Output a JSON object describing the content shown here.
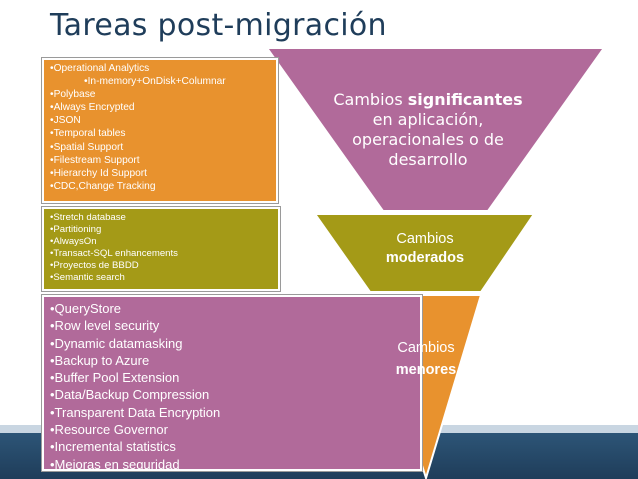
{
  "title": "Tareas post-migración",
  "colors": {
    "orange": "#e8922e",
    "olive": "#a49a17",
    "purple": "#b16a9a",
    "title": "#1f3d5a"
  },
  "boxes": {
    "significant": {
      "items": [
        "•Operational Analytics",
        "•In-memory+OnDisk+Columnar",
        "•Polybase",
        "•Always Encrypted",
        "•JSON",
        "•Temporal tables",
        "•Spatial Support",
        "•Filestream Support",
        "•Hierarchy Id Support",
        "•CDC,Change Tracking"
      ]
    },
    "moderate": {
      "items": [
        "•Stretch database",
        "•Partitioning",
        "•AlwaysOn",
        "•Transact-SQL enhancements",
        "•Proyectos de BBDD",
        "•Semantic search"
      ]
    },
    "minor": {
      "items": [
        "•QueryStore",
        "•Row level security",
        "•Dynamic datamasking",
        "•Backup to Azure",
        "•Buffer Pool Extension",
        "•Data/Backup Compression",
        "•Transparent Data Encryption",
        "•Resource Governor",
        "•Incremental statistics",
        "•Mejoras en seguridad"
      ]
    }
  },
  "funnel": {
    "significant": {
      "line1_prefix": "Cambios ",
      "line1_bold": "significantes",
      "line2": "en aplicación,",
      "line3": "operacionales o de",
      "line4": "desarrollo"
    },
    "moderate": {
      "line1": "Cambios",
      "line2_bold": "moderados"
    },
    "minor": {
      "line1": "Cambios",
      "line2_bold": "menores"
    }
  }
}
